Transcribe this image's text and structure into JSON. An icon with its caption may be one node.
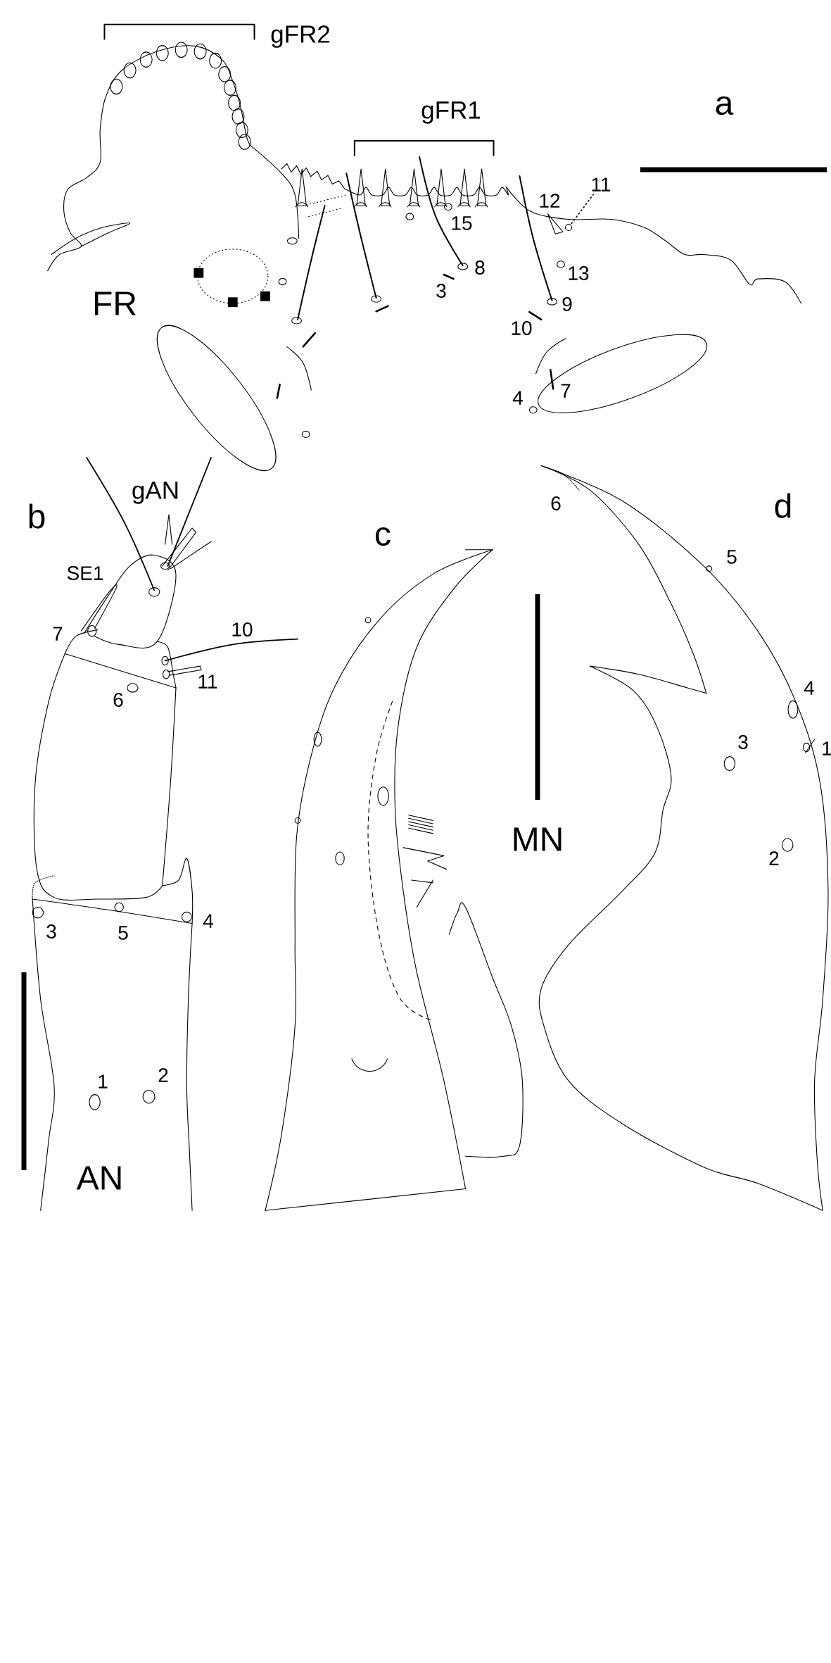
{
  "diagram": {
    "nodes": [
      {
        "text": [
          "11"
        ]
      },
      {
        "text": [],
        "shape": "circle"
      }
    ],
    "edges": [
      {
        "from": 0,
        "to": 1,
        "arrow": "none",
        "style": "dashed"
      }
    ],
    "labels": [
      "gFR2",
      "a",
      "gFR1",
      "12",
      "15",
      "8",
      "13",
      "3",
      "FR",
      "9",
      "10",
      "7",
      "4",
      "gAN",
      "b",
      "6",
      "d",
      "c",
      "5",
      "SE1",
      "10",
      "7",
      "11",
      "4",
      "6",
      "3",
      "1",
      "MN",
      "2",
      "4",
      "3",
      "5",
      "2",
      "1",
      "AN"
    ]
  }
}
